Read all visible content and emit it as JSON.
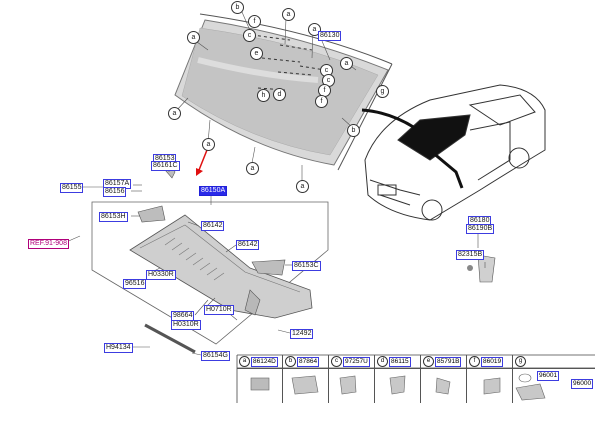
{
  "callouts": {
    "c_86130": "86130",
    "c_86153": "86153",
    "c_86161c": "86161C",
    "c_86157a": "86157A",
    "c_86155": "86155",
    "c_86156": "86156",
    "c_86150a": "86150A",
    "c_86153h": "86153H",
    "c_86142a": "86142",
    "c_86142b": "86142",
    "c_86153c": "86153C",
    "c_h0330r": "H0330R",
    "c_96516": "96516",
    "c_98664": "98664",
    "c_h0710r": "H0710R",
    "c_h0310r": "H0310R",
    "c_12492": "12492",
    "c_h94134": "H94134",
    "c_86154g": "86154G",
    "c_86180": "86180",
    "c_86190b": "86190B",
    "c_82315b": "82315B",
    "ref": "REF.91-908"
  },
  "letters": {
    "a": "a",
    "b": "b",
    "c": "c",
    "d": "d",
    "e": "e",
    "f": "f",
    "g": "g",
    "h": "h"
  },
  "legend": [
    {
      "letter": "a",
      "code": "86124D"
    },
    {
      "letter": "b",
      "code": "87864"
    },
    {
      "letter": "c",
      "code": "97257U"
    },
    {
      "letter": "d",
      "code": "86115"
    },
    {
      "letter": "e",
      "code": "85791B"
    },
    {
      "letter": "f",
      "code": "86019"
    },
    {
      "letter": "g",
      "code": "96001",
      "code2": "96000"
    }
  ]
}
